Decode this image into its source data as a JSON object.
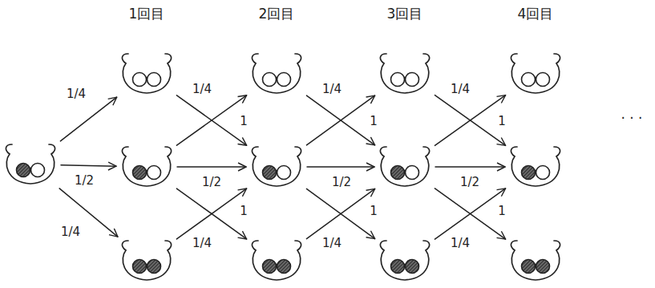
{
  "diagram": {
    "nodes": [
      {
        "text": []
      },
      {
        "text": []
      },
      {
        "text": []
      },
      {
        "text": []
      },
      {
        "text": []
      },
      {
        "text": []
      },
      {
        "text": []
      },
      {
        "text": []
      },
      {
        "text": []
      },
      {
        "text": []
      },
      {
        "text": []
      },
      {
        "text": []
      },
      {
        "text": []
      }
    ],
    "edges": [
      {
        "from": 0,
        "to": 1,
        "arrow": "to",
        "label": "1/4"
      },
      {
        "from": 0,
        "to": 2,
        "arrow": "to",
        "label": "1/2"
      },
      {
        "from": 0,
        "to": 3,
        "arrow": "to",
        "label": "1/4"
      },
      {
        "from": 2,
        "to": 4,
        "arrow": "to",
        "label": "1/4"
      },
      {
        "from": 1,
        "to": 5,
        "arrow": "to",
        "label": "1"
      },
      {
        "from": 2,
        "to": 5,
        "arrow": "to",
        "label": "1/2"
      },
      {
        "from": 2,
        "to": 6,
        "arrow": "to",
        "label": "1/4"
      },
      {
        "from": 3,
        "to": 5,
        "arrow": "to",
        "label": "1"
      },
      {
        "from": 5,
        "to": 7,
        "arrow": "to",
        "label": "1/4"
      },
      {
        "from": 4,
        "to": 8,
        "arrow": "to",
        "label": "1"
      },
      {
        "from": 5,
        "to": 8,
        "arrow": "to",
        "label": "1/2"
      },
      {
        "from": 5,
        "to": 9,
        "arrow": "to",
        "label": "1/4"
      },
      {
        "from": 6,
        "to": 8,
        "arrow": "to",
        "label": "1"
      },
      {
        "from": 8,
        "to": 10,
        "arrow": "to",
        "label": "1/4"
      },
      {
        "from": 7,
        "to": 11,
        "arrow": "to",
        "label": "1"
      },
      {
        "from": 8,
        "to": 11,
        "arrow": "to",
        "label": "1/2"
      },
      {
        "from": 8,
        "to": 12,
        "arrow": "to",
        "label": "1/4"
      },
      {
        "from": 9,
        "to": 11,
        "arrow": "to",
        "label": "1"
      }
    ],
    "labels": [
      "1回目",
      "2回目",
      "3回目",
      "4回目",
      "· · ·"
    ]
  }
}
